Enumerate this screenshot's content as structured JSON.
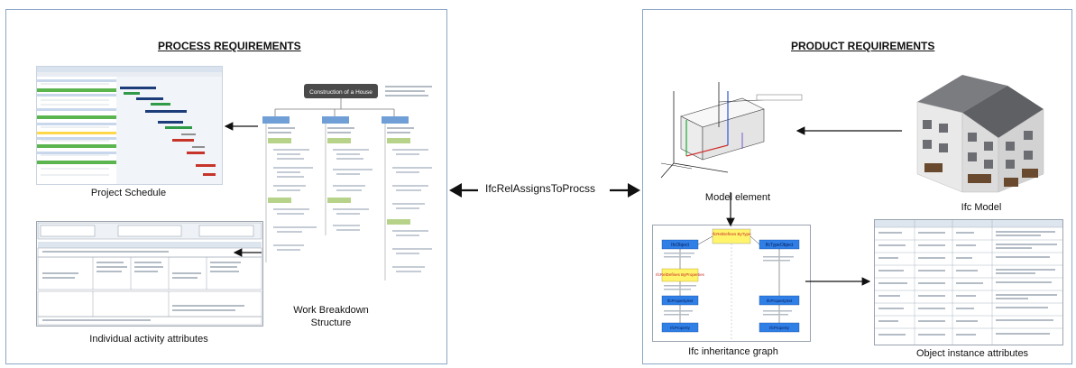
{
  "panels": {
    "process_title": "PROCESS REQUIREMENTS",
    "product_title": "PRODUCT REQUIREMENTS"
  },
  "captions": {
    "project_schedule": "Project Schedule",
    "wbs_line1": "Work Breakdown",
    "wbs_line2": "Structure",
    "activity_attributes": "Individual activity attributes",
    "model_element": "Model element",
    "ifc_model": "Ifc Model",
    "ifc_graph": "Ifc inheritance graph",
    "object_attributes": "Object instance attributes"
  },
  "connector": {
    "label": "IfcRelAssignsToProcss"
  },
  "wbs": {
    "root": "Construction of a House"
  },
  "ifc_graph_nodes": {
    "object": "IfcObject",
    "rel_properties": "IfcRelDefines ByProperties",
    "property_set": "IfcPropertySet",
    "property": "IfcProperty",
    "rel_type": "IfcRelDefines ByType",
    "type_object": "IfcTypeObject",
    "property_set2": "IfcPropertySet",
    "property2": "IfcProperty"
  },
  "colors": {
    "panel_border": "#8aa7c6",
    "ifc_blue": "#2f7fe6",
    "ifc_yellow": "#fff46b",
    "wbs_blue": "#6f9fd6",
    "wbs_green": "#b7d38a"
  }
}
